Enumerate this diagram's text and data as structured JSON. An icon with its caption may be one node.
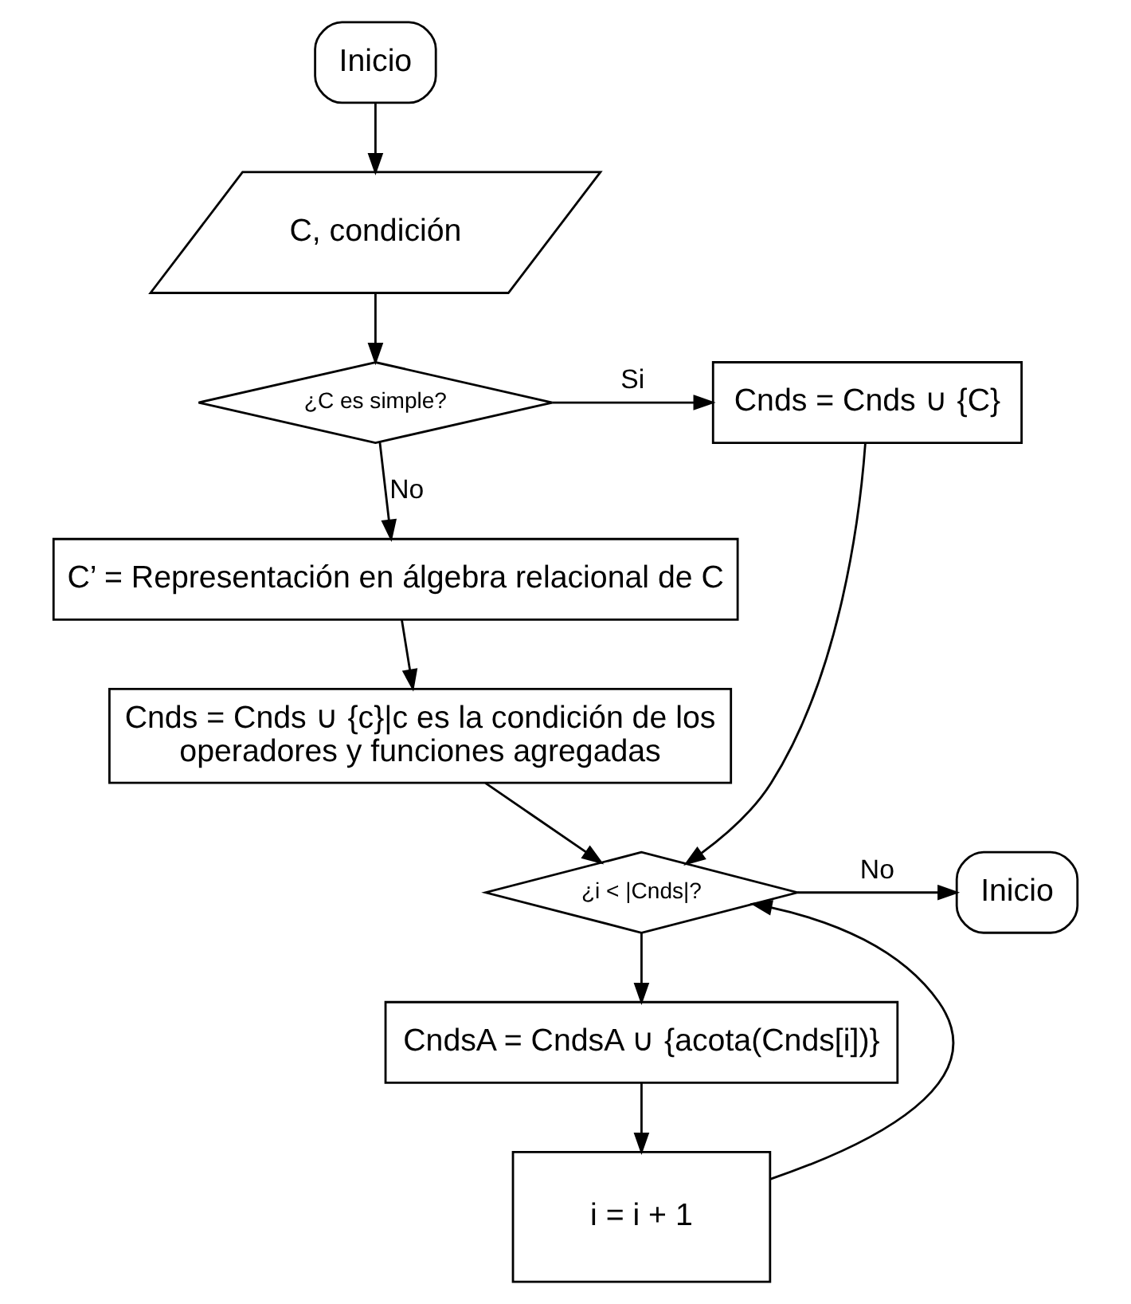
{
  "diagram": {
    "nodes": [
      {
        "text": [
          "Inicio"
        ]
      },
      {
        "text": [
          "C, condición"
        ]
      },
      {
        "text": [
          "¿C es simple?"
        ]
      },
      {
        "text": [
          "Cnds = Cnds ∪ {C}"
        ]
      },
      {
        "text": [
          "C’ = Representación en álgebra relacional de C"
        ]
      },
      {
        "text": [
          "Cnds = Cnds ∪ {c}|c es la condición de los operadores y funciones agregadas"
        ]
      },
      {
        "text": [
          "¿i < |Cnds|?"
        ]
      },
      {
        "text": [
          "Inicio"
        ]
      },
      {
        "text": [
          "CndsA = CndsA ∪ {acota(Cnds[i])}"
        ]
      },
      {
        "text": [
          "i = i + 1"
        ]
      }
    ],
    "edges": [
      {
        "from": 0,
        "to": 1,
        "arrow": "to"
      },
      {
        "from": 1,
        "to": 2,
        "arrow": "to"
      },
      {
        "from": 2,
        "to": 3,
        "label": "Si",
        "arrow": "to"
      },
      {
        "from": 2,
        "to": 4,
        "label": "No",
        "arrow": "to"
      },
      {
        "from": 4,
        "to": 5,
        "arrow": "to"
      },
      {
        "from": 5,
        "to": 6,
        "arrow": "to"
      },
      {
        "from": 3,
        "to": 6,
        "arrow": "to"
      },
      {
        "from": 9,
        "to": 6,
        "arrow": "to"
      },
      {
        "from": 6,
        "to": 7,
        "label": "No",
        "arrow": "to"
      },
      {
        "from": 6,
        "to": 8,
        "arrow": "to"
      },
      {
        "from": 8,
        "to": 9,
        "arrow": "to"
      }
    ]
  }
}
